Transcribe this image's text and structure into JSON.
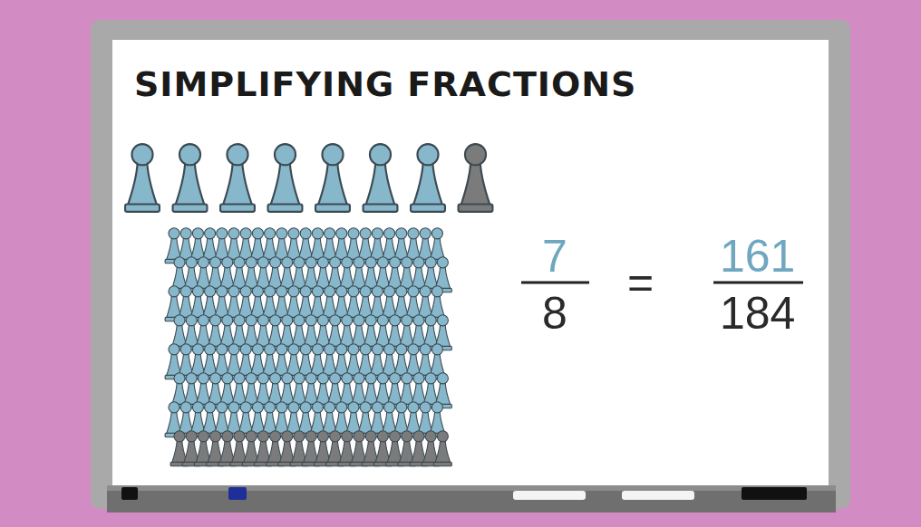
{
  "diagram": {
    "title": "SIMPLIFYING FRACTIONS",
    "labels": [
      "7",
      "8",
      "=",
      "161",
      "184"
    ]
  }
}
